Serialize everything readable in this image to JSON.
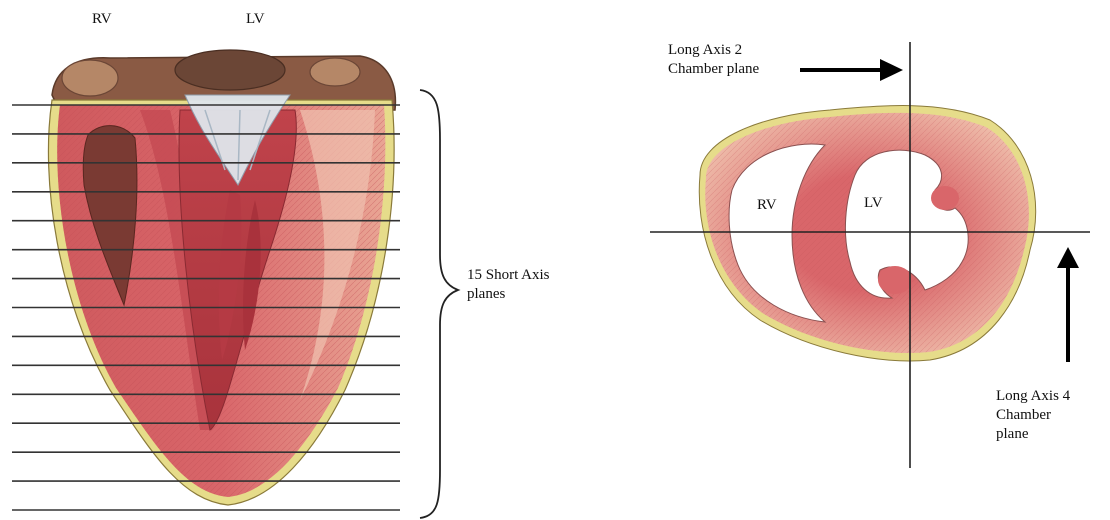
{
  "left_panel": {
    "rv_label": "RV",
    "lv_label": "LV",
    "bracket_label": "15 Short Axis\nplanes",
    "short_axis_plane_count": 15
  },
  "right_panel": {
    "rv_label": "RV",
    "lv_label": "LV",
    "long_axis_2_label": "Long Axis 2\nChamber plane",
    "long_axis_4_label": "Long Axis 4\nChamber\nplane"
  },
  "colors": {
    "myocardium": "#d9666a",
    "myocardium_light": "#eab3a3",
    "cavity_dark": "#7a3a33",
    "epicardium_fat": "#e6dc8a",
    "line": "#222222"
  }
}
